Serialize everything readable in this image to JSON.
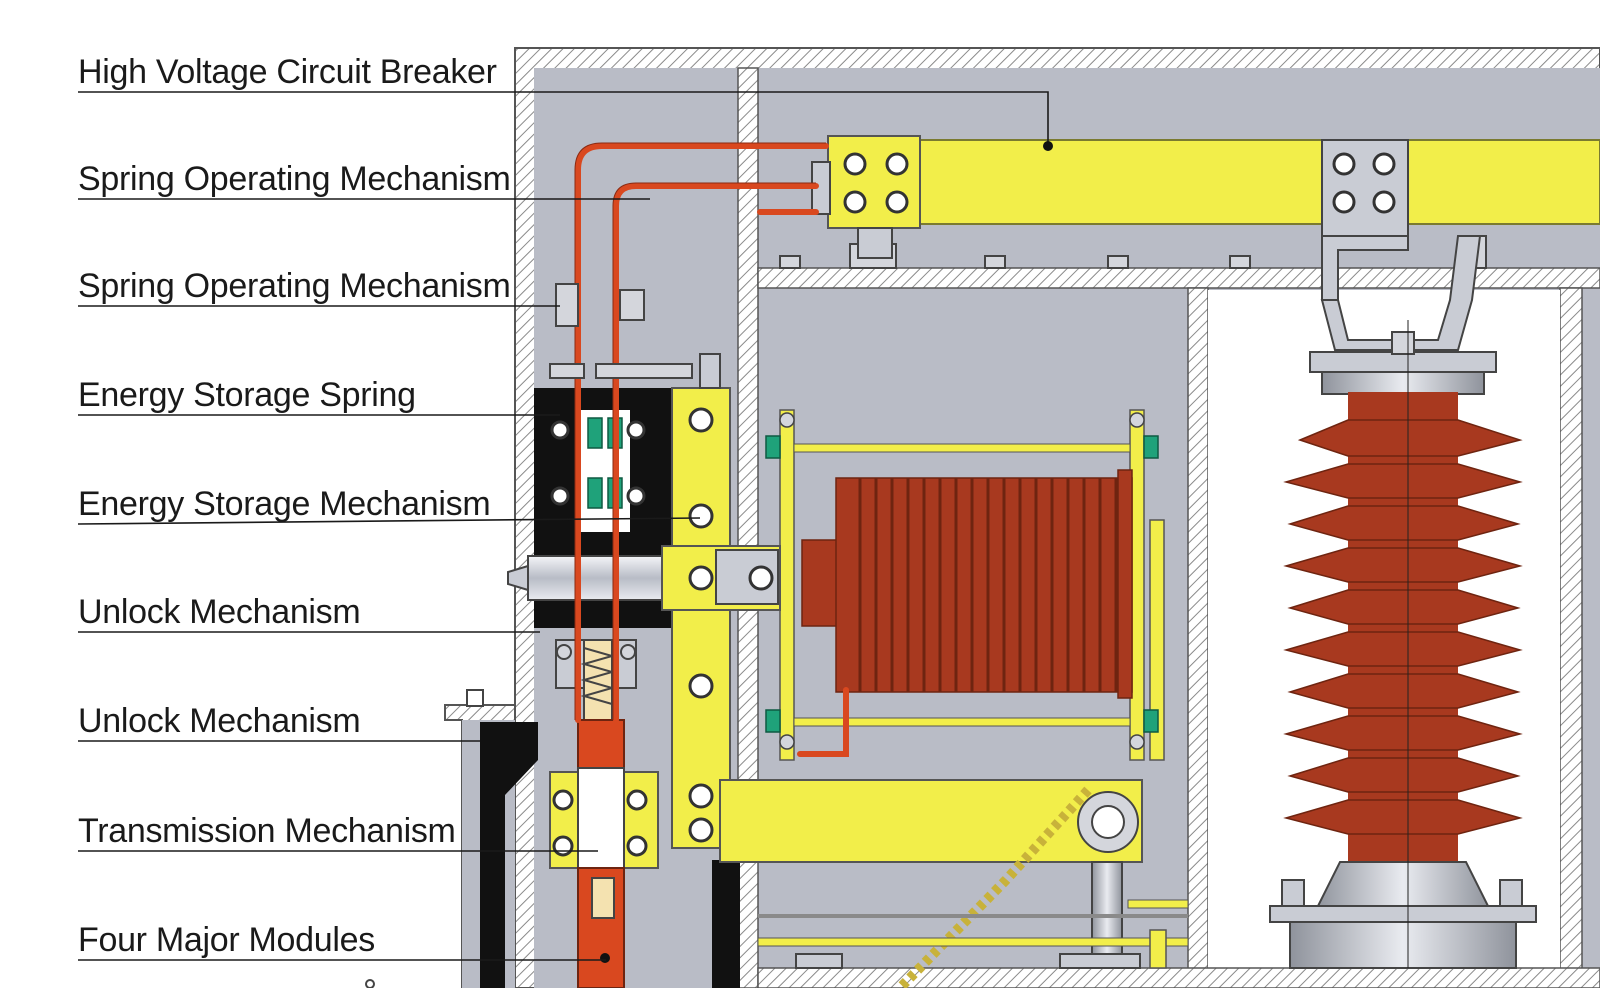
{
  "labels": [
    {
      "text": "High Voltage Circuit Breaker"
    },
    {
      "text": "Spring Operating Mechanism"
    },
    {
      "text": "Spring Operating Mechanism"
    },
    {
      "text": "Energy Storage Spring"
    },
    {
      "text": "Energy Storage Mechanism"
    },
    {
      "text": "Unlock Mechanism"
    },
    {
      "text": "Unlock Mechanism"
    },
    {
      "text": "Transmission Mechanism"
    },
    {
      "text": "Four Major Modules"
    }
  ],
  "colors": {
    "housing_fill": "#b9bcc6",
    "hatch": "#8a8a8a",
    "busbar_yellow": "#f2ee4a",
    "insulator_red": "#a8391f",
    "lead_orange": "#d9481f",
    "steel": "#c9ccd4",
    "spring_green": "#1fa27a",
    "black_block": "#111111"
  }
}
